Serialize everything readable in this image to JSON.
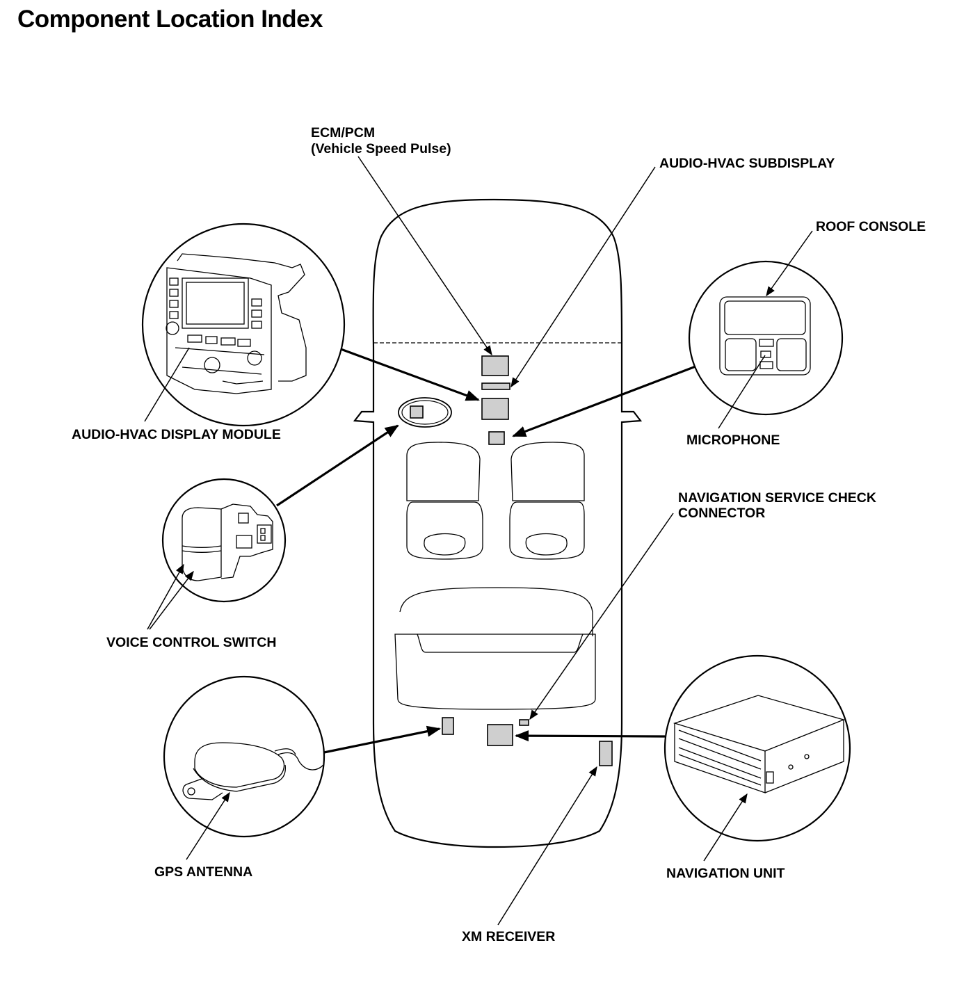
{
  "title": "Component Location Index",
  "labels": {
    "ecm_pcm_line1": "ECM/PCM",
    "ecm_pcm_line2": "(Vehicle Speed Pulse)",
    "audio_hvac_subdisplay": "AUDIO-HVAC SUBDISPLAY",
    "roof_console": "ROOF CONSOLE",
    "audio_hvac_display_module": "AUDIO-HVAC DISPLAY MODULE",
    "microphone": "MICROPHONE",
    "nav_service_check_line1": "NAVIGATION SERVICE CHECK",
    "nav_service_check_line2": "CONNECTOR",
    "voice_control_switch": "VOICE CONTROL SWITCH",
    "gps_antenna": "GPS ANTENNA",
    "navigation_unit": "NAVIGATION UNIT",
    "xm_receiver": "XM RECEIVER"
  },
  "colors": {
    "line": "#000000",
    "component_fill": "#cfcfcf",
    "background": "#ffffff"
  }
}
